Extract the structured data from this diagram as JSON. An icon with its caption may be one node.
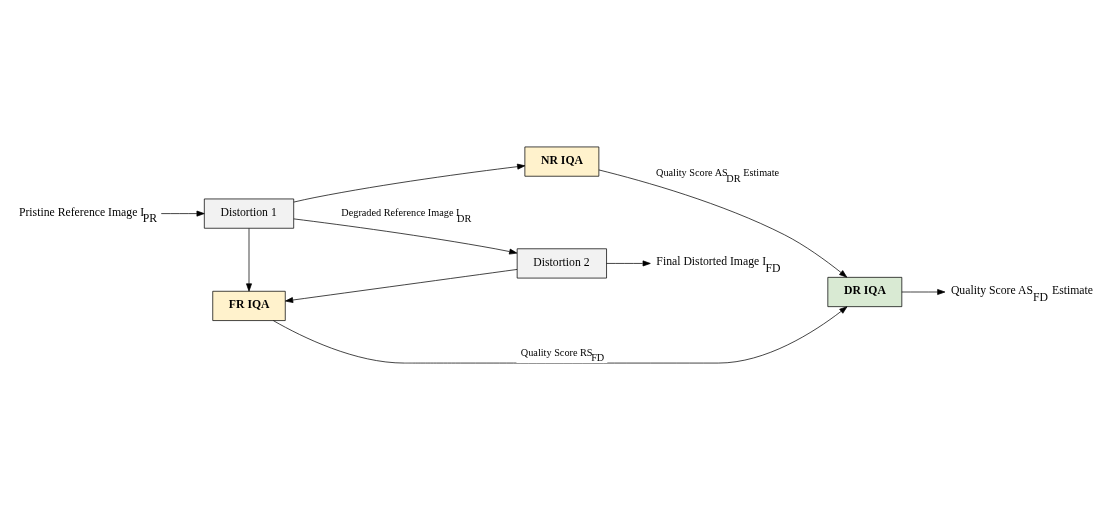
{
  "diagram": {
    "nodes": [
      {
        "text": [
          "Pristine Reference Image I$_{PR}$"
        ]
      },
      {
        "text": [
          "Distortion 1"
        ]
      },
      {
        "text": [
          "Distortion 2"
        ]
      },
      {
        "text": [
          "Final Distorted Image I$_{FD}$"
        ]
      },
      {
        "text": [
          "FR IQA"
        ]
      },
      {
        "text": [
          "NR IQA"
        ]
      },
      {
        "text": [
          "DR IQA"
        ]
      },
      {
        "text": [
          "Quality Score AS$_{FD}$ Estimate"
        ]
      }
    ],
    "edges": [
      {
        "from": 0,
        "to": 1,
        "arrow": "to"
      },
      {
        "from": 1,
        "to": 2,
        "arrow": "to",
        "label": "Degraded Reference Image I$_{DR}$"
      },
      {
        "from": 1,
        "to": 4,
        "arrow": "to"
      },
      {
        "from": 1,
        "to": 5,
        "arrow": "to"
      },
      {
        "from": 2,
        "to": 3,
        "arrow": "to"
      },
      {
        "from": 2,
        "to": 4,
        "arrow": "to"
      },
      {
        "from": 4,
        "to": 6,
        "arrow": "to",
        "label": "Quality Score RS$_{FD}$"
      },
      {
        "from": 5,
        "to": 6,
        "arrow": "to",
        "label": "Quality Score AS$_{DR}$ Estimate"
      },
      {
        "from": 6,
        "to": 7,
        "arrow": "to"
      }
    ]
  }
}
